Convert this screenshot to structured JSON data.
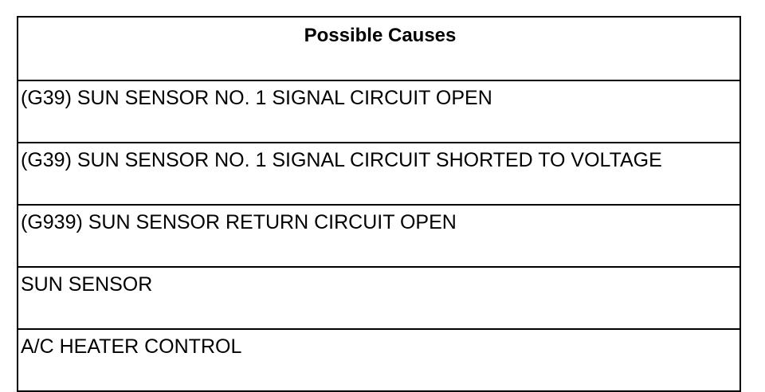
{
  "table": {
    "header": "Possible Causes",
    "rows": [
      "(G39) SUN SENSOR NO. 1 SIGNAL CIRCUIT OPEN",
      "(G39) SUN SENSOR NO. 1 SIGNAL CIRCUIT SHORTED TO VOLTAGE",
      "(G939) SUN SENSOR RETURN CIRCUIT OPEN",
      "SUN SENSOR",
      "A/C HEATER CONTROL"
    ]
  }
}
